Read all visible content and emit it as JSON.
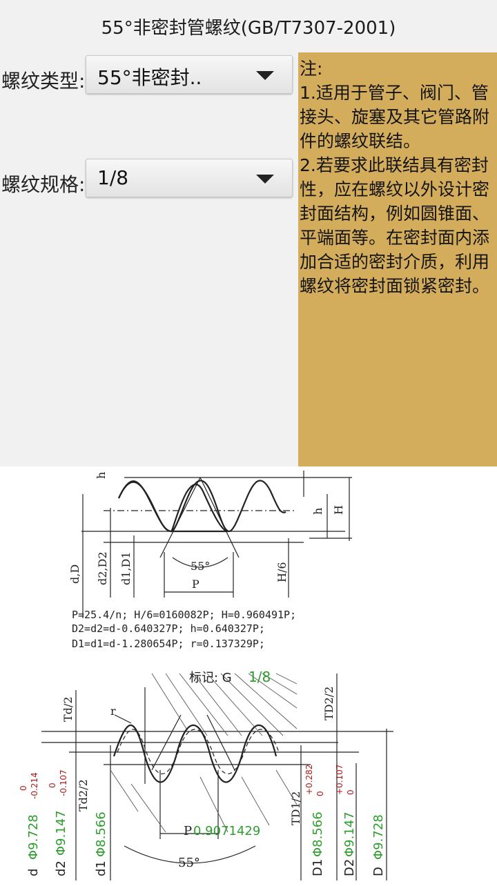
{
  "header": {
    "title": "55°非密封管螺纹(GB/T7307-2001)"
  },
  "form": {
    "thread_type": {
      "label": "螺纹类型:",
      "value": "55°非密封.."
    },
    "thread_spec": {
      "label": "螺纹规格:",
      "value": "1/8"
    }
  },
  "notes": {
    "title": "注:",
    "items": [
      " 1.适用于管子、阀门、管接头、旋塞及其它管路附件的螺纹联结。",
      " 2.若要求此联结具有密封性，应在螺纹以外设计密封面结构，例如圆锥面、平端面等。在密封面内添加合适的密封介质，利用螺纹将密封面锁紧密封。"
    ]
  },
  "diagram": {
    "top": {
      "labels": {
        "h": "h",
        "H": "H",
        "angle": "55°",
        "P": "P",
        "H6": "H/6",
        "dD": "d,D",
        "d2D2": "d2,D2",
        "d1D1": "d1,D1"
      },
      "formulas": [
        "P=25.4/n;  H/6=0160082P;  H=0.960491P;",
        "D2=d2=d-0.640327P;   h=0.640327P;",
        "D1=d1=d-1.280654P;   r=0.137329P;"
      ]
    },
    "bottom": {
      "mark_label": "标记:  G",
      "mark_value": "1/8",
      "Td2": "Td/2",
      "TD22": "TD2/2",
      "r": "r",
      "Td22": "Td2/2",
      "TD12": "TD1/2",
      "P_label": "P",
      "P_value": "0.9071429",
      "angle": "55°",
      "d_label": "d",
      "d_value": "Φ9.728",
      "d_tol_up": "0",
      "d_tol_low": "-0.214",
      "d2_label": "d2",
      "d2_value": "Φ9.147",
      "d2_tol_up": "0",
      "d2_tol_low": "-0.107",
      "d1_label": "d1",
      "d1_value": "Φ8.566",
      "D1_label": "D1",
      "D1_value": "Φ8.566",
      "D1_tol_up": "+0.282",
      "D1_tol_low": "0",
      "D2_label": "D2",
      "D2_value": "Φ9.147",
      "D2_tol_up": "+0.107",
      "D2_tol_low": "0",
      "D_label": "D",
      "D_value": "Φ9.728"
    },
    "colors": {
      "value_green": "#2e9d2e",
      "tolerance_red": "#b01818",
      "line": "#222222"
    }
  }
}
